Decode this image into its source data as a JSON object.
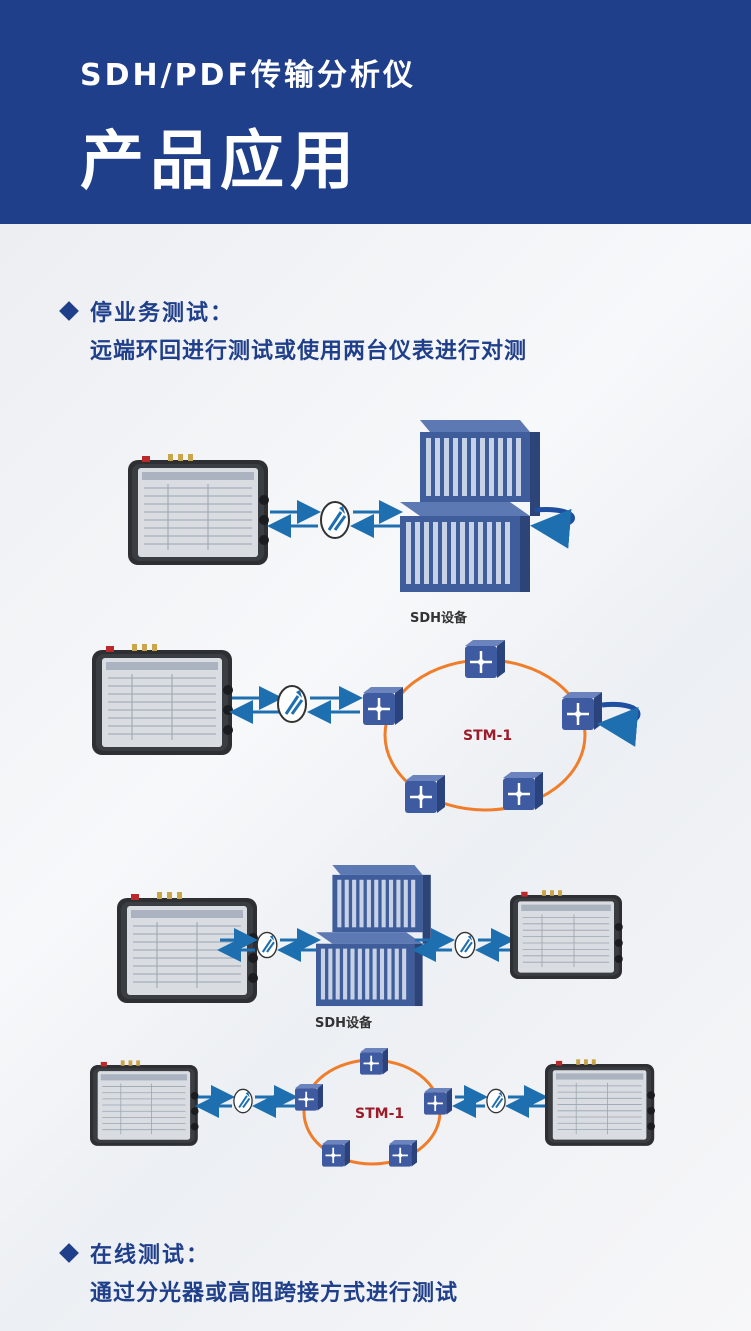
{
  "header": {
    "subtitle": "SDH/PDF传输分析仪",
    "title": "产品应用"
  },
  "sections": [
    {
      "heading": "停业务测试：",
      "description": "远端环回进行测试或使用两台仪表进行对测"
    },
    {
      "heading": "在线测试：",
      "description": "通过分光器或高阻跨接方式进行测试"
    }
  ],
  "diagram": {
    "equipment_label_1": "SDH设备",
    "equipment_label_2": "SDH设备",
    "ring_label_1": "STM-1",
    "ring_label_2": "STM-1"
  },
  "colors": {
    "header_bg": "#1f3f8a",
    "accent": "#1f3f8a",
    "ring": "#f07d2a",
    "arrow": "#1e6fb0"
  }
}
